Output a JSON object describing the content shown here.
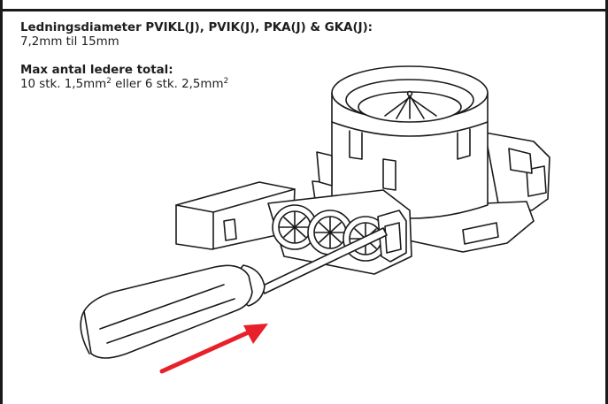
{
  "spec": {
    "diameter_heading": "Ledningsdiameter PVIKL(J), PVIK(J), PKA(J) & GKA(J):",
    "diameter_value": "7,2mm til 15mm",
    "max_heading": "Max antal ledere total:",
    "max_value_part1": "10 stk. 1,5mm",
    "max_value_sup1": "2",
    "max_value_part2": " eller 6 stk. 2,5mm",
    "max_value_sup2": "2"
  },
  "arrow": {
    "color": "#e8202a"
  },
  "line_color": "#1a1a1a"
}
